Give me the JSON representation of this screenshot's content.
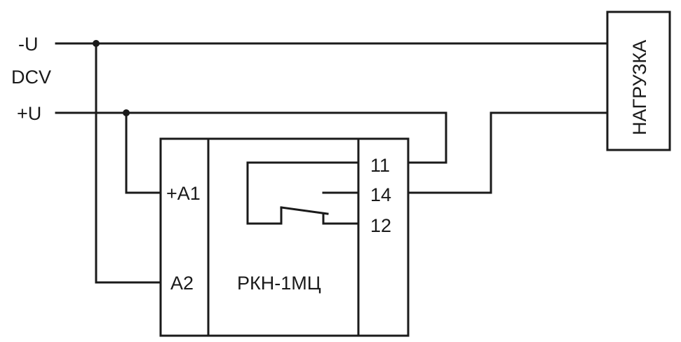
{
  "supply": {
    "minus_label": "-U",
    "type_label": "DCV",
    "plus_label": "+U"
  },
  "relay": {
    "name": "РКН-1МЦ",
    "coil_plus_label": "+A1",
    "coil_minus_label": "A2",
    "contact_common_label": "11",
    "contact_no_label": "14",
    "contact_nc_label": "12"
  },
  "load": {
    "label": "НАГРУЗКА"
  }
}
